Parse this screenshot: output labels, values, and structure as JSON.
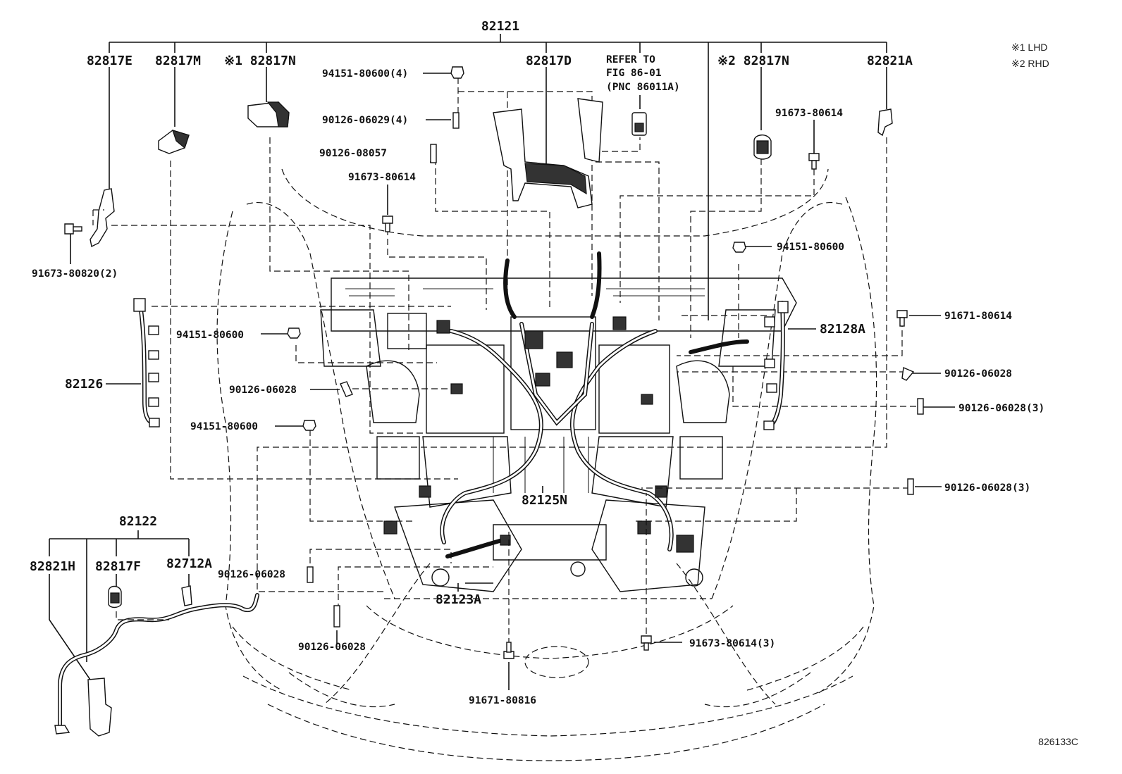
{
  "diagram": {
    "main_assembly": "82121",
    "sub_assembly": "82122",
    "legend": [
      "※1 LHD",
      "※2 RHD"
    ],
    "figure_code": "826133C",
    "refer_note": [
      "REFER TO",
      "FIG 86-01",
      "(PNC 86011A)"
    ],
    "labels": {
      "p82817E": "82817E",
      "p82817M": "82817M",
      "p82817N_1": "※1 82817N",
      "p82817D": "82817D",
      "p82817N_2": "※2 82817N",
      "p82821A": "82821A",
      "b94151_80600_4": "94151-80600(4)",
      "b90126_06029_4": "90126-06029(4)",
      "b90126_08057": "90126-08057",
      "b91673_80614_top": "91673-80614",
      "b91673_80614_right": "91673-80614",
      "b91673_80820_2": "91673-80820(2)",
      "b94151_80600_right": "94151-80600",
      "p82126": "82126",
      "b94151_80600_left": "94151-80600",
      "b90126_06028_left": "90126-06028",
      "b94151_80600_left2": "94151-80600",
      "p82128A": "82128A",
      "b91671_80614": "91671-80614",
      "b90126_06028_right": "90126-06028",
      "b90126_06028_3_right": "90126-06028(3)",
      "b90126_06028_3_right2": "90126-06028(3)",
      "p82125N": "82125N",
      "p82821H": "82821H",
      "p82817F": "82817F",
      "p82712A": "82712A",
      "b90126_06028_low": "90126-06028",
      "p82123A": "82123A",
      "b90126_06028_bottom": "90126-06028",
      "b91673_80614_3": "91673-80614(3)",
      "b91671_80816": "91671-80816"
    }
  }
}
